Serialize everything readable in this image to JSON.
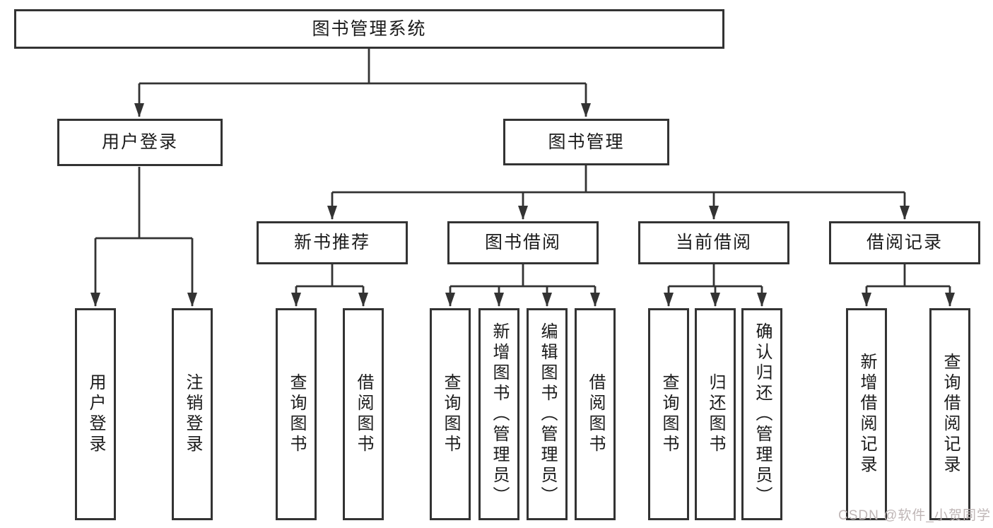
{
  "diagram_title": "图书管理系统",
  "tree": {
    "root": {
      "label": "图书管理系统",
      "children": [
        {
          "label": "用户登录",
          "children": [
            {
              "label": "用户登录"
            },
            {
              "label": "注销登录"
            }
          ]
        },
        {
          "label": "图书管理",
          "children": [
            {
              "label": "新书推荐",
              "children": [
                {
                  "label": "查询图书"
                },
                {
                  "label": "借阅图书"
                }
              ]
            },
            {
              "label": "图书借阅",
              "children": [
                {
                  "label": "查询图书"
                },
                {
                  "label": "新增图书（管理员）"
                },
                {
                  "label": "编辑图书（管理员）"
                },
                {
                  "label": "借阅图书"
                }
              ]
            },
            {
              "label": "当前借阅",
              "children": [
                {
                  "label": "查询图书"
                },
                {
                  "label": "归还图书"
                },
                {
                  "label": "确认归还（管理员）"
                }
              ]
            },
            {
              "label": "借阅记录",
              "children": [
                {
                  "label": "新增借阅记录"
                },
                {
                  "label": "查询借阅记录"
                }
              ]
            }
          ]
        }
      ]
    }
  },
  "style": {
    "line_color": "#333333",
    "box_border_color": "#333333",
    "text_color": "#1b1b1b",
    "background_color": "#ffffff",
    "watermark_color": "#bfb6b6"
  },
  "watermark": {
    "text": "CSDN @软件_小贺同学"
  }
}
